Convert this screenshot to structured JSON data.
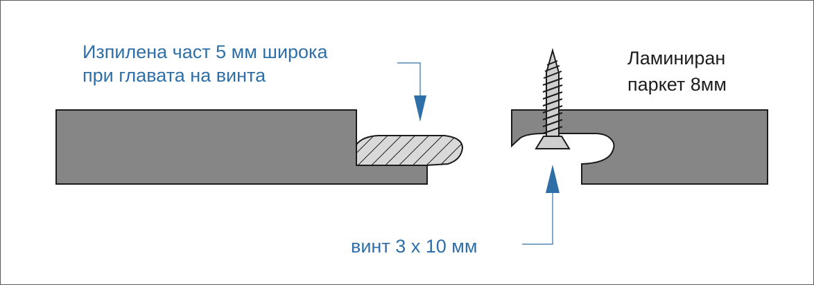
{
  "labels": {
    "cut_part_line1": "Изпилена част 5 мм широка",
    "cut_part_line2": "при главата на винта",
    "laminate_line1": "Ламиниран",
    "laminate_line2": "паркет 8мм",
    "screw": "винт 3 х 10 мм"
  },
  "colors": {
    "board_fill": "#868686",
    "outline": "#1a1a1a",
    "hatch_fill": "#d9d9d9",
    "annotation_blue": "#2f6fa8",
    "screw_fill": "#cfcfcf",
    "frame": "#5a5a5a"
  }
}
